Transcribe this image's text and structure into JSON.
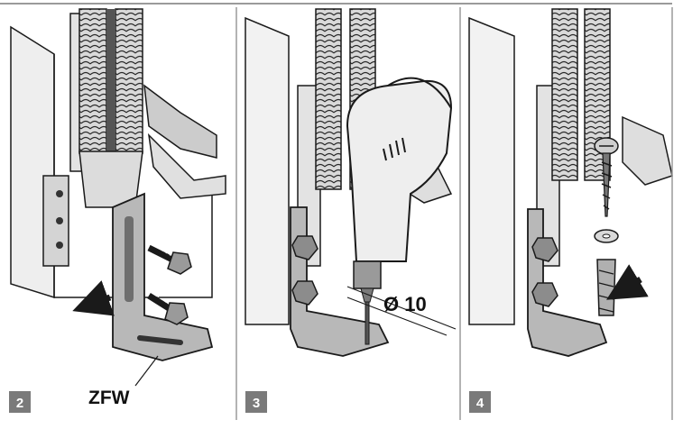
{
  "panels": [
    {
      "number": "2",
      "part_label": "ZFW"
    },
    {
      "number": "3",
      "dimension_label": "Ø 10"
    },
    {
      "number": "4"
    }
  ],
  "colors": {
    "line": "#1a1a1a",
    "shade_light": "#e6e6e6",
    "shade_mid": "#bdbdbd",
    "shade_dark": "#8c8c8c",
    "label_box": "#7a7a7a",
    "divider": "#9a9a9a"
  }
}
